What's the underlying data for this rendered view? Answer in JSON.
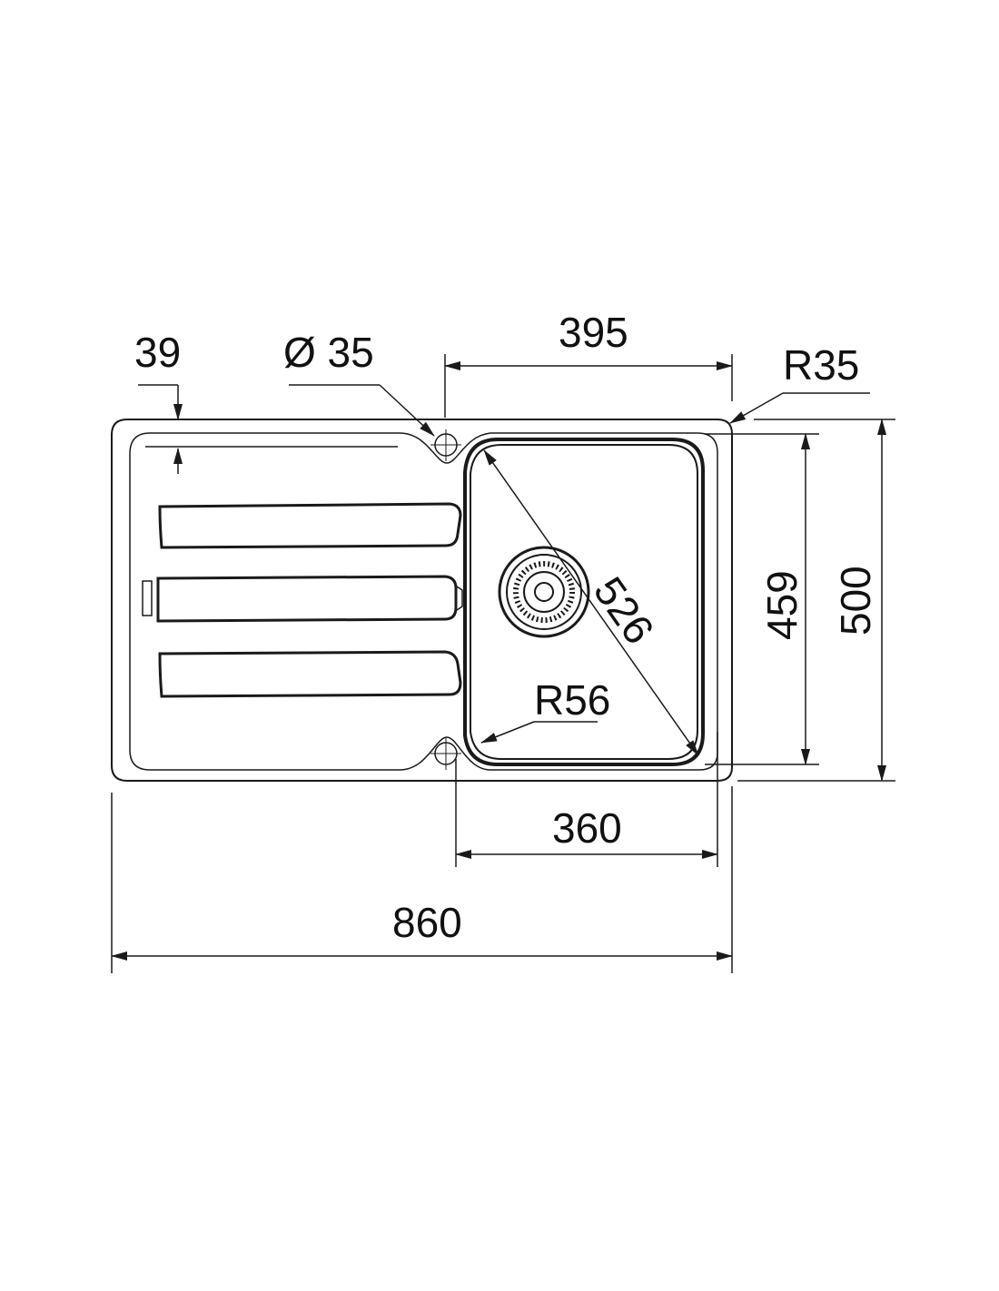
{
  "drawing": {
    "colors": {
      "line": "#1a1a1a",
      "background": "#ffffff"
    },
    "dimensions": {
      "drainer_depth": "39",
      "tap_hole_diameter": "Ø 35",
      "bowl_width": "395",
      "corner_radius": "R35",
      "bowl_diagonal": "526",
      "bowl_depth": "459",
      "overall_depth": "500",
      "bowl_inner_radius": "R56",
      "bowl_bottom_width": "360",
      "overall_width": "860"
    }
  }
}
